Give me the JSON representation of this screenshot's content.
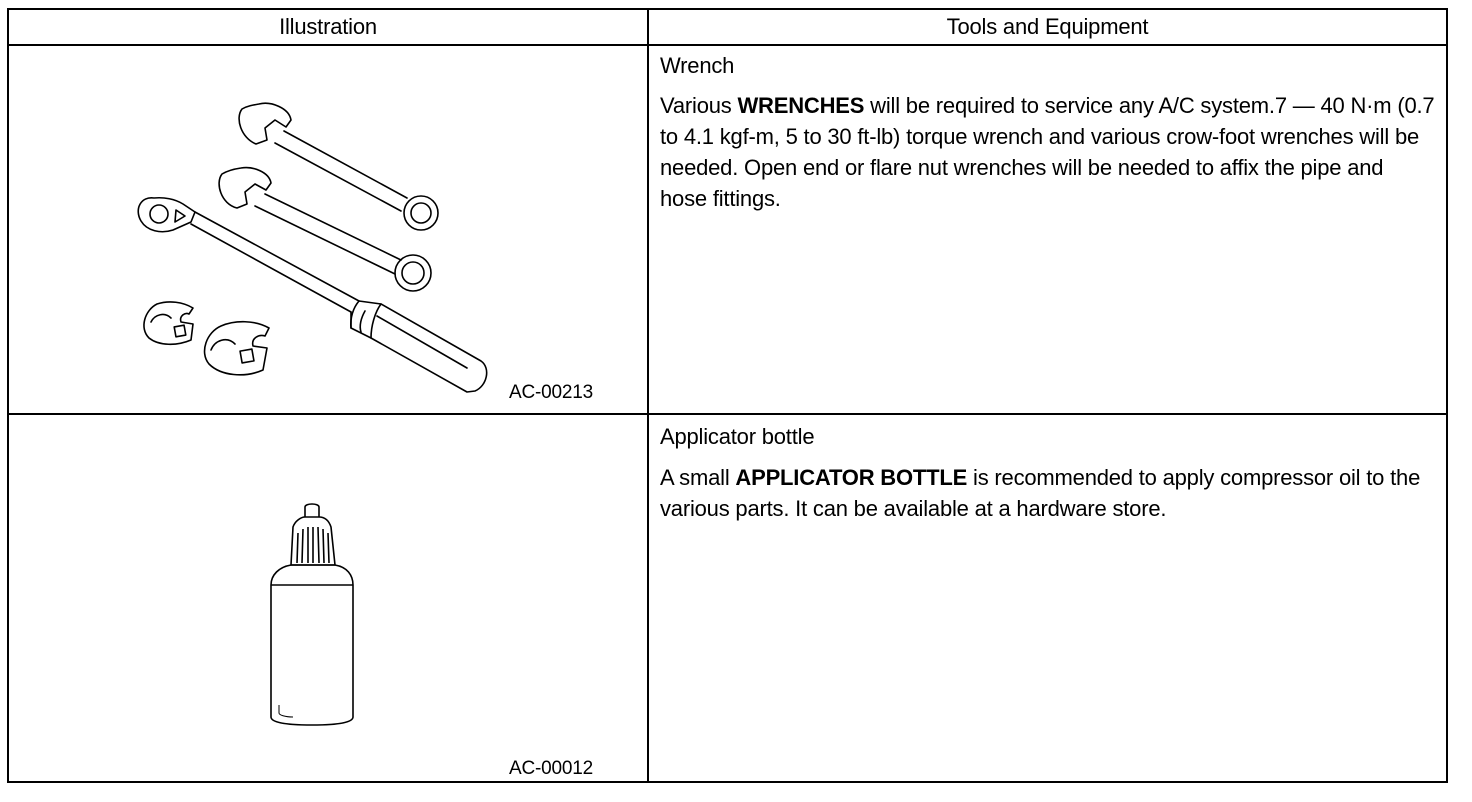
{
  "table": {
    "headers": {
      "illustration": "Illustration",
      "tools": "Tools and Equipment"
    },
    "rows": [
      {
        "figure_code": "AC-00213",
        "name": "Wrench",
        "description": {
          "pre": "Various ",
          "bold": "WRENCHES",
          "post": " will be required to service any A/C system.7 — 40 N·m (0.7 to 4.1 kgf-m, 5 to 30 ft-lb) torque wrench and various crow-foot wrenches will be needed. Open end or flare nut wrenches will be needed to affix the pipe and hose fittings."
        }
      },
      {
        "figure_code": "AC-00012",
        "name": "Applicator bottle",
        "description": {
          "pre": "A small ",
          "bold": "APPLICATOR BOTTLE",
          "post": " is recommended to apply compressor oil to the various parts. It can be available at a hardware store."
        }
      }
    ]
  }
}
